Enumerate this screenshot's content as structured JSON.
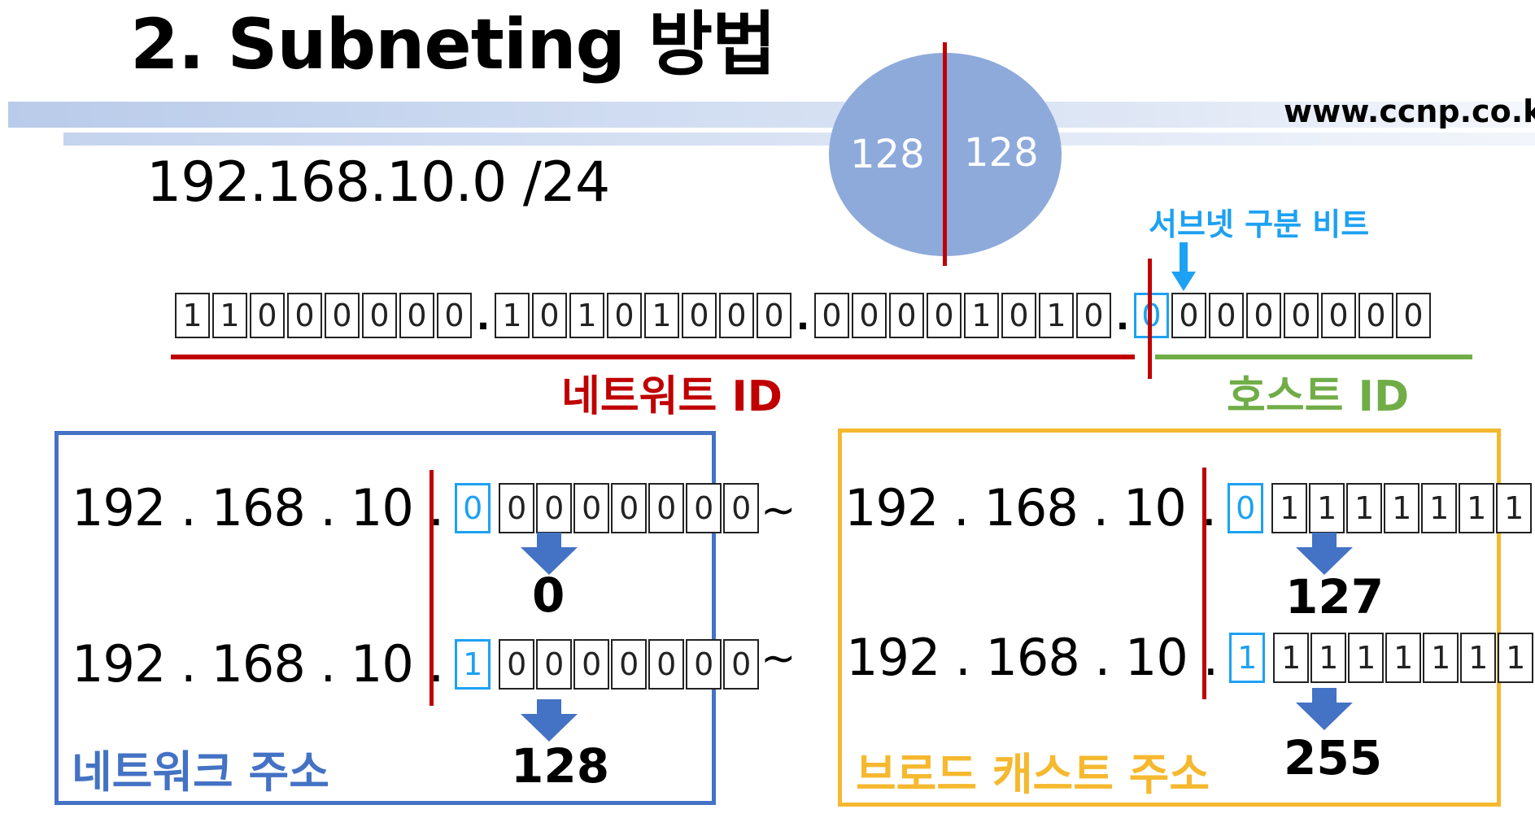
{
  "slide": {
    "title": "2. Subneting 방법",
    "url": "www.ccnp.co.kr",
    "subnet_notation": "192.168.10.0 /24",
    "circle": {
      "left_value": "128",
      "right_value": "128",
      "color": "#8eaadb"
    },
    "subnet_bit_label": "서브넷 구분 비트",
    "binary": {
      "octet1": [
        "1",
        "1",
        "0",
        "0",
        "0",
        "0",
        "0",
        "0"
      ],
      "octet2": [
        "1",
        "0",
        "1",
        "0",
        "1",
        "0",
        "0",
        "0"
      ],
      "octet3": [
        "0",
        "0",
        "0",
        "0",
        "1",
        "0",
        "1",
        "0"
      ],
      "octet4": [
        "0",
        "0",
        "0",
        "0",
        "0",
        "0",
        "0",
        "0"
      ],
      "separator": "."
    },
    "network_id_label": "네트워트 ID",
    "host_id_label": "호스트 ID",
    "colors": {
      "network": "#c00000",
      "host": "#70ad47",
      "subnet_bit": "#1da1f2",
      "blue_box": "#4472c4",
      "yellow_box": "#f5b82e"
    },
    "network_address_box": {
      "caption": "네트워크 주소",
      "rows": [
        {
          "prefix": "192 . 168 . 10 .",
          "subnet_bit": "0",
          "host_bits": [
            "0",
            "0",
            "0",
            "0",
            "0",
            "0",
            "0"
          ],
          "result": "0"
        },
        {
          "prefix": "192 . 168 . 10 .",
          "subnet_bit": "1",
          "host_bits": [
            "0",
            "0",
            "0",
            "0",
            "0",
            "0",
            "0"
          ],
          "result": "128"
        }
      ]
    },
    "tilde": "~",
    "broadcast_address_box": {
      "caption": "브로드 캐스트 주소",
      "rows": [
        {
          "prefix": "192 . 168 . 10 .",
          "subnet_bit": "0",
          "host_bits": [
            "1",
            "1",
            "1",
            "1",
            "1",
            "1",
            "1"
          ],
          "result": "127"
        },
        {
          "prefix": "192 . 168 . 10 .",
          "subnet_bit": "1",
          "host_bits": [
            "1",
            "1",
            "1",
            "1",
            "1",
            "1",
            "1"
          ],
          "result": "255"
        }
      ]
    }
  }
}
